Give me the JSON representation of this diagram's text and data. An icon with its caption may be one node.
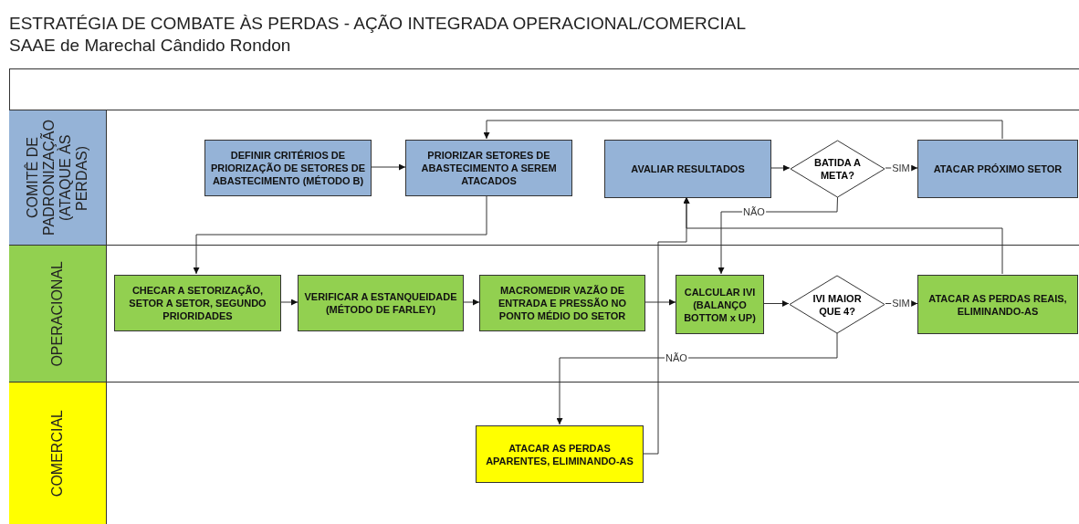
{
  "diagram": {
    "title": "ESTRATÉGIA DE COMBATE ÀS PERDAS - AÇÃO INTEGRADA OPERACIONAL/COMERCIAL",
    "nodes": [
      {
        "text": [
          "COMITÊ DE PADRONIZAÇÃO (ATAQUE ÀS PERDAS)"
        ]
      },
      {
        "text": [
          "OPERACIONAL"
        ]
      },
      {
        "text": [
          "COMERCIAL"
        ]
      },
      {
        "text": [
          "DEFINIR CRITÉRIOS DE PRIORIZAÇÃO DE SETORES DE ABASTECIMENTO (MÉTODO B)"
        ],
        "in": 0
      },
      {
        "text": [
          "PRIORIZAR SETORES DE ABASTECIMENTO A SEREM ATACADOS"
        ],
        "in": 0
      },
      {
        "text": [
          "AVALIAR RESULTADOS"
        ],
        "in": 0
      },
      {
        "text": [
          "BATIDA A META?"
        ],
        "in": 0
      },
      {
        "text": [
          "ATACAR PRÓXIMO SETOR"
        ],
        "in": 0
      },
      {
        "text": [
          "CHECAR A SETORIZAÇÃO, SETOR A SETOR, SEGUNDO PRIORIDADES"
        ],
        "in": 1
      },
      {
        "text": [
          "VERIFICAR A ESTANQUEIDADE (MÉTODO DE FARLEY)"
        ],
        "in": 1
      },
      {
        "text": [
          "MACROMEDIR VAZÃO DE ENTRADA E PRESSÃO NO PONTO MÉDIO DO SETOR"
        ],
        "in": 1
      },
      {
        "text": [
          "CALCULAR IVI (BALANÇO BOTTOM x UP)"
        ],
        "in": 1
      },
      {
        "text": [
          "IVI MAIOR QUE 4?"
        ],
        "in": 1
      },
      {
        "text": [
          "ATACAR AS PERDAS REAIS, ELIMINANDO-AS"
        ],
        "in": 1
      },
      {
        "text": [
          "ATACAR AS PERDAS APARENTES, ELIMINANDO-AS"
        ],
        "in": 2
      }
    ],
    "edges": [
      {
        "from": 3,
        "to": 4,
        "arrow": "to"
      },
      {
        "from": 4,
        "to": 8,
        "arrow": "to"
      },
      {
        "from": 5,
        "to": 6,
        "arrow": "to"
      },
      {
        "from": 6,
        "to": 7,
        "arrow": "to",
        "label": "SIM"
      },
      {
        "from": 6,
        "to": 11,
        "arrow": "to",
        "label": "NÃO"
      },
      {
        "from": 7,
        "to": 4,
        "arrow": "to"
      },
      {
        "from": 8,
        "to": 9,
        "arrow": "to"
      },
      {
        "from": 9,
        "to": 10,
        "arrow": "to"
      },
      {
        "from": 10,
        "to": 11,
        "arrow": "to"
      },
      {
        "from": 11,
        "to": 12,
        "arrow": "to"
      },
      {
        "from": 12,
        "to": 13,
        "arrow": "to",
        "label": "SIM"
      },
      {
        "from": 12,
        "to": 14,
        "arrow": "to",
        "label": "NÃO"
      },
      {
        "from": 13,
        "to": 5,
        "arrow": "to"
      },
      {
        "from": 14,
        "to": 5,
        "arrow": "to"
      }
    ],
    "labels": [
      "SAAE de Marechal Cândido Rondon"
    ]
  }
}
